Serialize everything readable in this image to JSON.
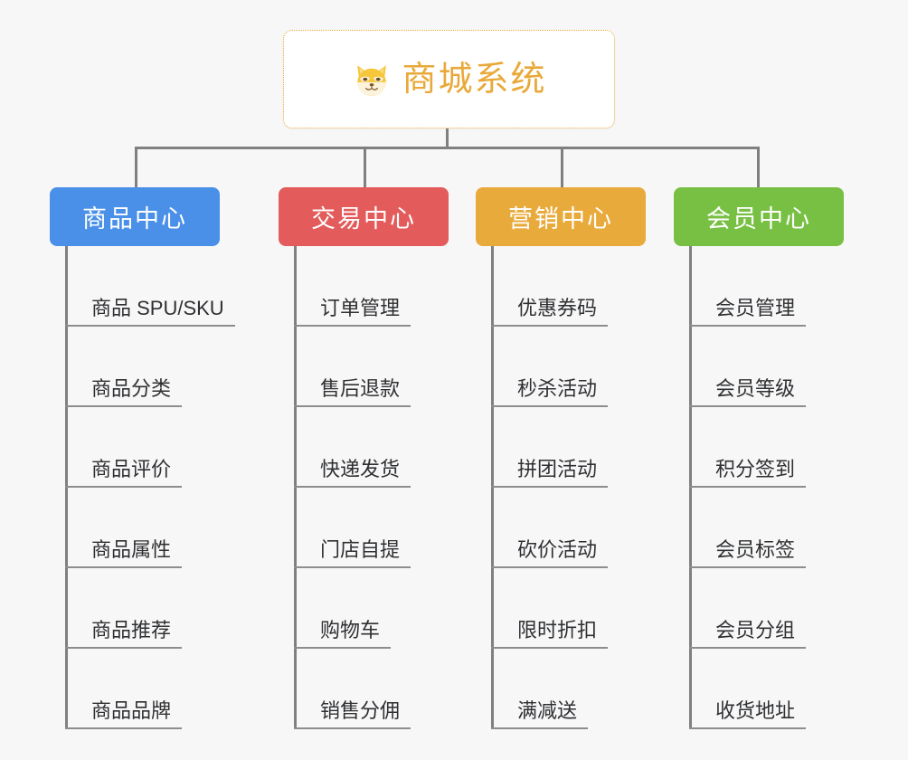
{
  "root": {
    "title": "商城系统",
    "icon": "shiba-dog-face-icon",
    "border_color": "#e8ab3d",
    "text_color": "#e9a93a"
  },
  "canvas": {
    "background": "#f7f7f7",
    "connector_color": "#808080",
    "leaf_text_color": "#2f3033",
    "leaf_rule_color": "#8d8d8d"
  },
  "branches": [
    {
      "label": "商品中心",
      "color": "#4a90e8",
      "items": [
        "商品 SPU/SKU",
        "商品分类",
        "商品评价",
        "商品属性",
        "商品推荐",
        "商品品牌"
      ]
    },
    {
      "label": "交易中心",
      "color": "#e35b5b",
      "items": [
        "订单管理",
        "售后退款",
        "快递发货",
        "门店自提",
        "购物车",
        "销售分佣"
      ]
    },
    {
      "label": "营销中心",
      "color": "#e9aa3c",
      "items": [
        "优惠券码",
        "秒杀活动",
        "拼团活动",
        "砍价活动",
        "限时折扣",
        "满减送"
      ]
    },
    {
      "label": "会员中心",
      "color": "#78c043",
      "items": [
        "会员管理",
        "会员等级",
        "积分签到",
        "会员标签",
        "会员分组",
        "收货地址"
      ]
    }
  ]
}
